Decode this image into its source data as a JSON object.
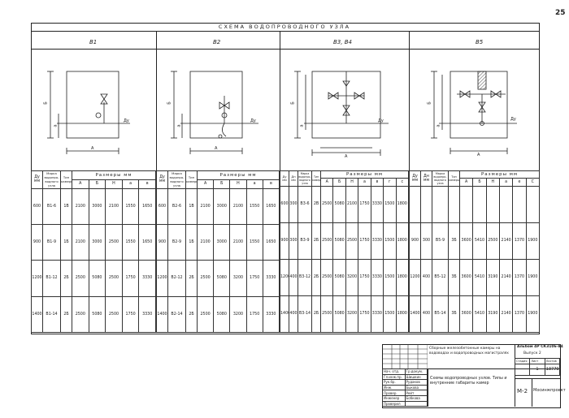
{
  "page_number": "25",
  "title": "СХЕМА ВОДОПРОВОДНОГО УЗЛА",
  "panels": [
    {
      "label": "В1"
    },
    {
      "label": "В2"
    },
    {
      "label": "В3, В4"
    },
    {
      "label": "В5"
    }
  ],
  "dim_labels": {
    "b": "Б",
    "a": "а",
    "A": "А",
    "dy": "Ду"
  },
  "headers": {
    "dy": "Ду мм",
    "dn": "Дн мм",
    "mark": "Марка водопро- водного узла",
    "type": "Тип камеры",
    "sizes": "Размеры мм",
    "size_cols_5": [
      "А",
      "Б",
      "Н",
      "а",
      "в"
    ],
    "size_cols_7": [
      "А",
      "Б",
      "Н",
      "а",
      "в",
      "г",
      "с"
    ],
    "size_cols_p4": [
      "А",
      "Б",
      "Н",
      "а",
      "е",
      "С"
    ]
  },
  "sections": [
    {
      "rows": [
        [
          "600",
          "В1-6",
          "1В",
          "2100",
          "3000",
          "2100",
          "1550",
          "1650"
        ],
        [
          "900",
          "В1-9",
          "1Б",
          "2100",
          "3000",
          "2500",
          "1550",
          "1650"
        ],
        [
          "1200",
          "В1-12",
          "2Б",
          "2500",
          "5080",
          "2500",
          "1750",
          "3330"
        ],
        [
          "1400",
          "В1-14",
          "2Б",
          "2500",
          "5080",
          "2500",
          "1750",
          "3330"
        ]
      ]
    },
    {
      "rows": [
        [
          "600",
          "В2-6",
          "1В",
          "2100",
          "3000",
          "2100",
          "1550",
          "1650"
        ],
        [
          "900",
          "В2-9",
          "1Б",
          "2100",
          "3000",
          "2100",
          "1550",
          "1650"
        ],
        [
          "1200",
          "В2-12",
          "2Б",
          "2500",
          "5080",
          "3200",
          "1750",
          "3330"
        ],
        [
          "1400",
          "В2-14",
          "2Б",
          "2500",
          "5080",
          "3200",
          "1750",
          "3330"
        ]
      ]
    },
    {
      "rows": [
        [
          "600",
          "300",
          "В3-6",
          "2В",
          "2500",
          "5080",
          "2100",
          "1750",
          "3330",
          "1500",
          "1800"
        ],
        [
          "900",
          "300",
          "В3-9",
          "2Б",
          "2500",
          "5080",
          "2500",
          "1750",
          "3330",
          "1500",
          "1800"
        ],
        [
          "1200",
          "400",
          "В3-12",
          "2Б",
          "2500",
          "5080",
          "3200",
          "1750",
          "3330",
          "1500",
          "1800"
        ],
        [
          "1400",
          "400",
          "В3-14",
          "2Б",
          "2500",
          "5080",
          "3200",
          "1750",
          "3330",
          "1500",
          "1800"
        ]
      ]
    },
    {
      "rows": [
        [
          "",
          "",
          "",
          "",
          "",
          "",
          "",
          "",
          "",
          ""
        ],
        [
          "900",
          "300",
          "В5-9",
          "3Б",
          "3600",
          "5410",
          "2500",
          "2140",
          "1370",
          "1900"
        ],
        [
          "1200",
          "400",
          "В5-12",
          "3Б",
          "3600",
          "5410",
          "3190",
          "2140",
          "1370",
          "1900"
        ],
        [
          "1400",
          "400",
          "В5-14",
          "3Б",
          "3600",
          "5410",
          "3190",
          "2140",
          "1370",
          "1900"
        ]
      ]
    }
  ],
  "album": "Альбом 4Р СК3106-84",
  "issue": "Выпуск 2",
  "project_desc": "Сборные железобетонные камеры на водоводах и водопроводных магистралях",
  "sheet_desc": "Схемы водопроводных узлов. Типы и внутренние габариты камер",
  "stage_head": [
    "Стадия",
    "Лист",
    "Листов"
  ],
  "stage_vals": [
    "",
    "1",
    "13779"
  ],
  "sheet_code": "М-2",
  "org": "Мосинжпроект",
  "signers": [
    [
      "Нач. отд.",
      "Гр.докум."
    ],
    [
      "Гл.инж.пр.",
      "Шишкин"
    ],
    [
      "Рук.бр.",
      "Рудаков"
    ],
    [
      "Инж.",
      "Быкова"
    ],
    [
      "Провер.",
      "Рейт"
    ],
    [
      "Инженер",
      "Бобкова"
    ],
    [
      "Проверил",
      ""
    ]
  ]
}
